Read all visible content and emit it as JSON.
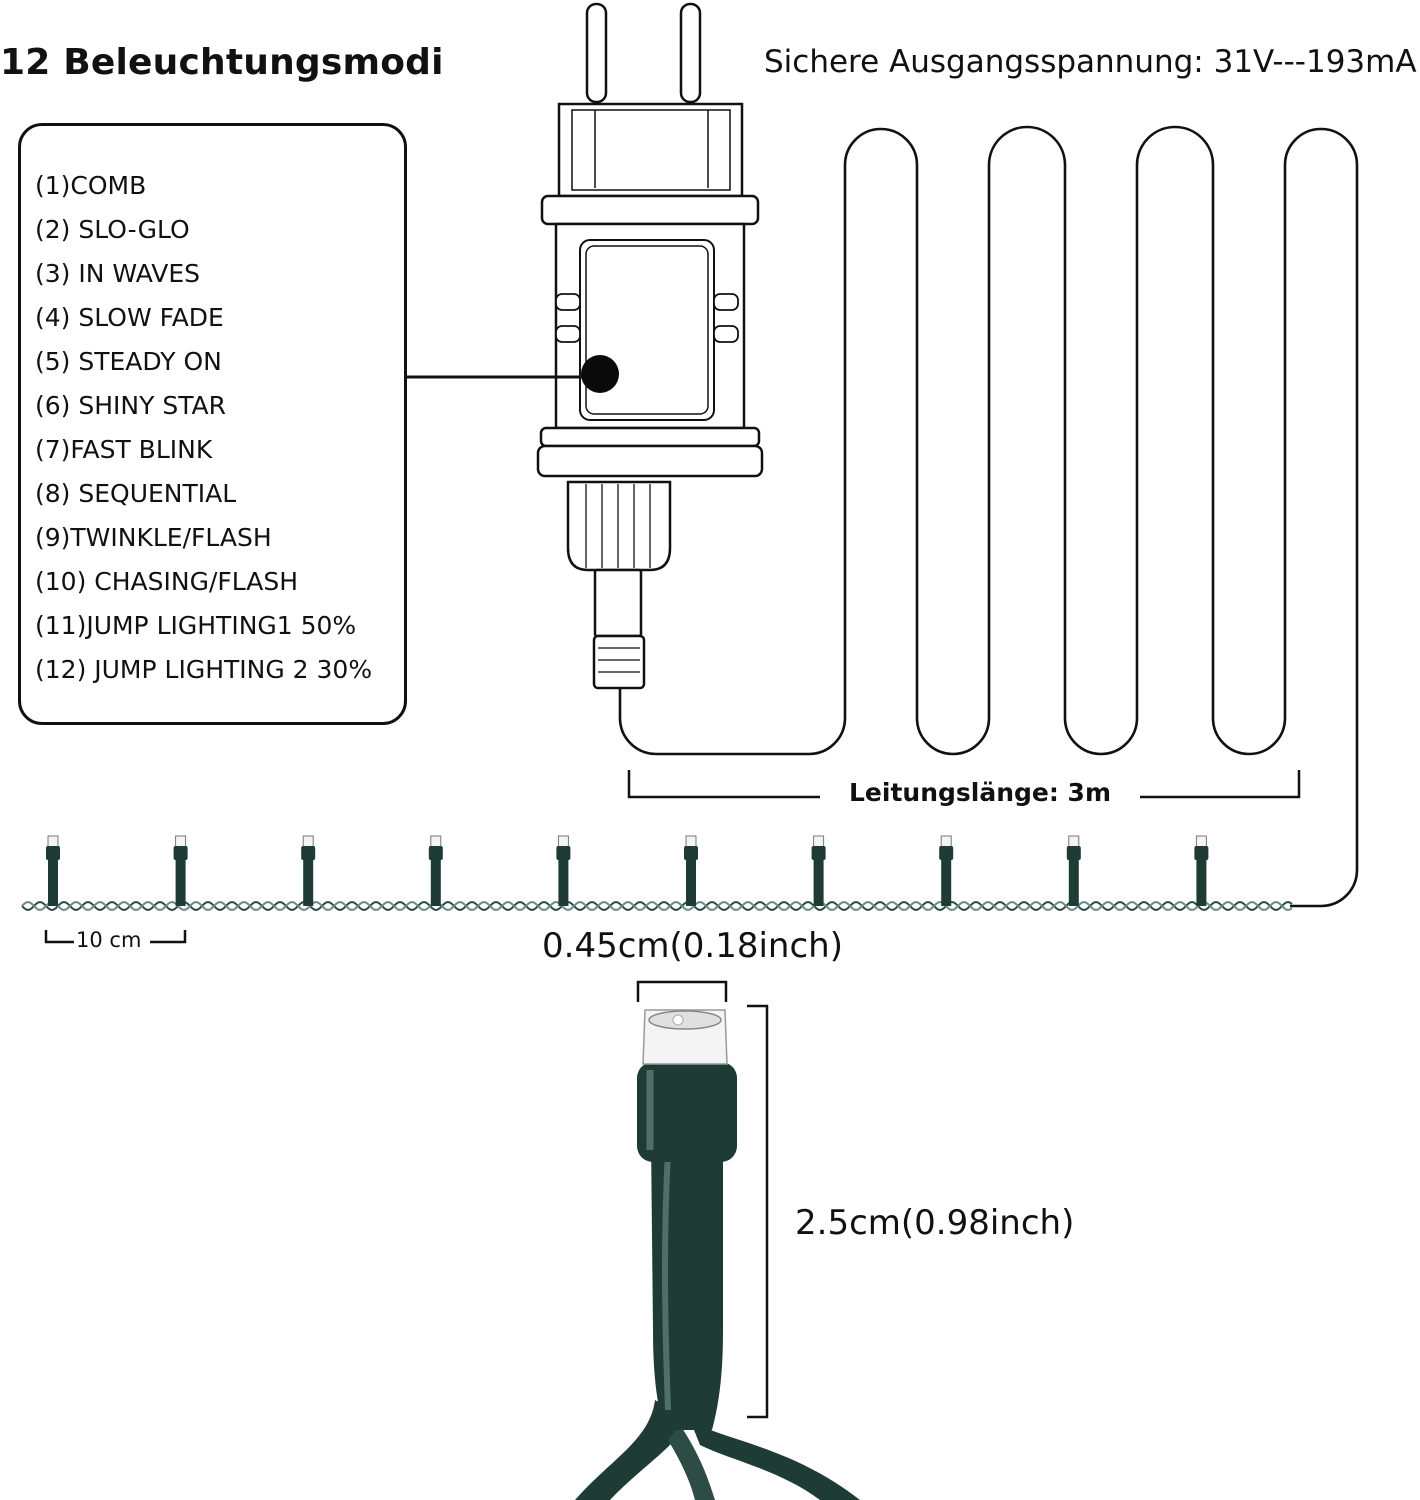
{
  "title": "12 Beleuchtungsmodi",
  "voltage_label": "Sichere Ausgangsspannung: 31V---193mA",
  "modes": [
    "(1)COMB",
    "(2) SLO-GLO",
    "(3) IN WAVES",
    "(4) SLOW FADE",
    "(5) STEADY ON",
    "(6) SHINY STAR",
    "(7)FAST BLINK",
    "(8) SEQUENTIAL",
    "(9)TWINKLE/FLASH",
    "(10) CHASING/FLASH",
    "(11)JUMP LIGHTING1  50%",
    "(12) JUMP LIGHTING 2  30%"
  ],
  "cable_length_label": "Leitungslänge: 3m",
  "bulb_spacing_label": "10 cm",
  "bulb_width_label": "0.45cm(0.18inch)",
  "bulb_height_label": "2.5cm(0.98inch)",
  "colors": {
    "outline": "#111111",
    "wire_green": "#1f3b35",
    "wire_highlight": "#4f6f68",
    "lens_white": "#f4f4f4"
  }
}
